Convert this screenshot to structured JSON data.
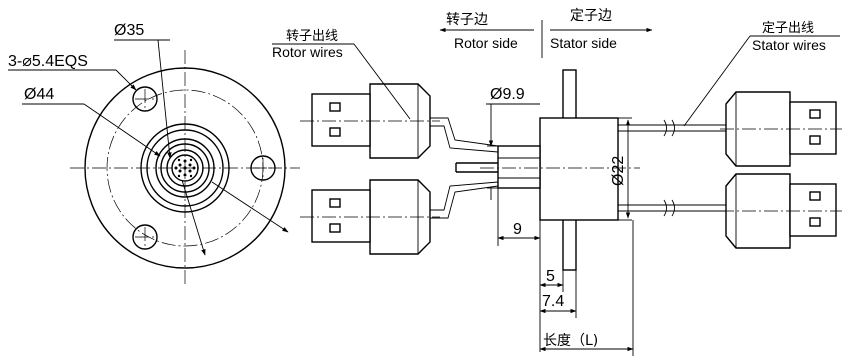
{
  "front_view": {
    "dia_outer": "Ø44",
    "dia_bolt_circle": "Ø35",
    "holes": "3-⌀5.4EQS"
  },
  "side_view": {
    "rotor_side_cn": "转子边",
    "rotor_side_en": "Rotor side",
    "stator_side_cn": "定子边",
    "stator_side_en": "Stator side",
    "rotor_wires_cn": "转子出线",
    "rotor_wires_en": "Rotor wires",
    "stator_wires_cn": "定子出线",
    "stator_wires_en": "Stator wires",
    "dim_shaft": "Ø9.9",
    "dim_body": "Ø22",
    "dim_9": "9",
    "dim_5": "5",
    "dim_7_4": "7.4",
    "dim_length": "长度（L)"
  }
}
